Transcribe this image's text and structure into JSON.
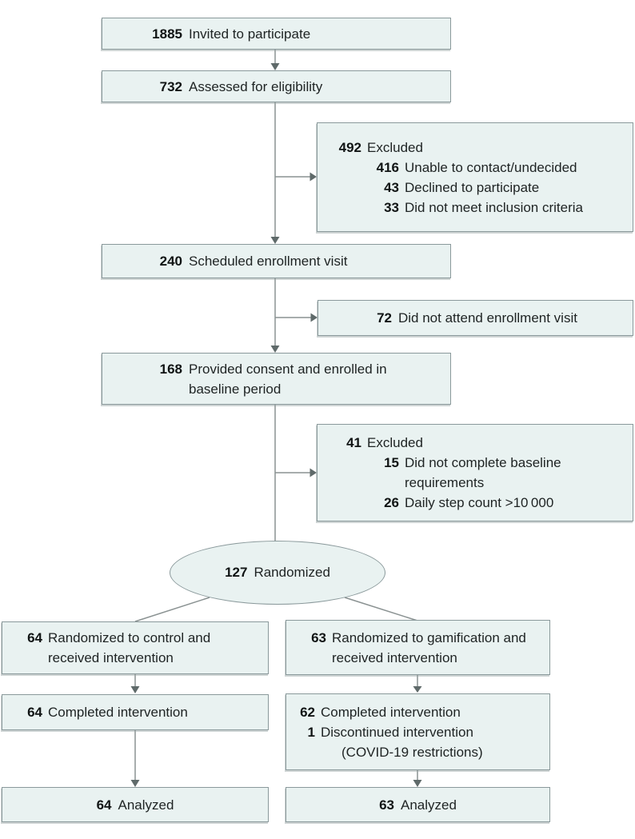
{
  "figure": {
    "type": "consort-flow-diagram",
    "colors": {
      "box_fill": "#e9f2f1",
      "box_border": "#8a999b",
      "line": "#8a9292",
      "arrowhead": "#5f6a6a",
      "text": "#1e2323"
    },
    "boxes": {
      "invited": {
        "n": "1885",
        "label": "Invited to participate"
      },
      "assessed": {
        "n": "732",
        "label": "Assessed for eligibility"
      },
      "excluded1": {
        "n": "492",
        "label": "Excluded",
        "items": [
          {
            "n": "416",
            "label": "Unable to contact/undecided"
          },
          {
            "n": "43",
            "label": "Declined to participate"
          },
          {
            "n": "33",
            "label": "Did not meet inclusion criteria"
          }
        ]
      },
      "scheduled": {
        "n": "240",
        "label": "Scheduled enrollment visit"
      },
      "no_show": {
        "n": "72",
        "label": "Did not attend enrollment visit"
      },
      "consented": {
        "n": "168",
        "label": "Provided consent and enrolled in baseline period"
      },
      "excluded2": {
        "n": "41",
        "label": "Excluded",
        "items": [
          {
            "n": "15",
            "label": "Did not complete baseline requirements"
          },
          {
            "n": "26",
            "label": "Daily step count >10 000"
          }
        ]
      },
      "randomized": {
        "n": "127",
        "label": "Randomized"
      },
      "control_arm": {
        "n": "64",
        "label": "Randomized to control and received intervention"
      },
      "gamification_arm": {
        "n": "63",
        "label": "Randomized to gamification and received intervention"
      },
      "control_completed": {
        "n": "64",
        "label": "Completed intervention"
      },
      "gamification_completed": {
        "n": "62",
        "label": "Completed intervention",
        "items": [
          {
            "n": "1",
            "label": "Discontinued intervention"
          },
          {
            "n": "",
            "label": "(COVID-19 restrictions)"
          }
        ]
      },
      "control_analyzed": {
        "n": "64",
        "label": "Analyzed"
      },
      "gamification_analyzed": {
        "n": "63",
        "label": "Analyzed"
      }
    }
  }
}
